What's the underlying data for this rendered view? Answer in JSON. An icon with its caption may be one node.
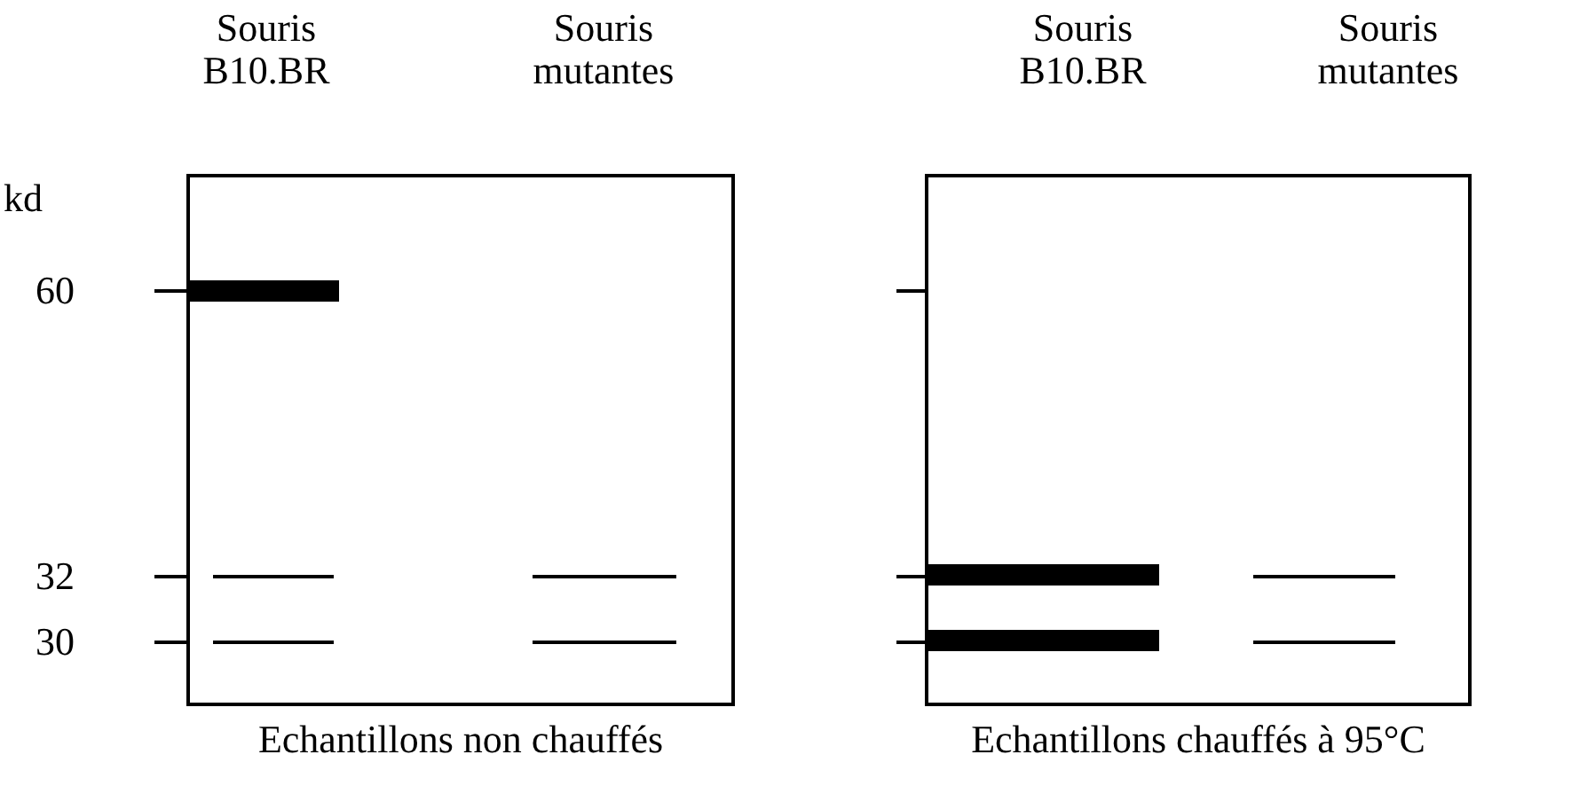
{
  "diagram": {
    "nodes": [
      {
        "text": [],
        "shape": "box",
        "beside": [
          "Echantillons non chauffés"
        ]
      },
      {
        "text": [],
        "shape": "box",
        "beside": [
          "Echantillons chauffés à 95°C"
        ]
      }
    ],
    "labels": [
      "Souris B10.BR",
      "Souris mutantes",
      "kd",
      "60",
      "32",
      "30",
      "Souris B10.BR",
      "Souris mutantes"
    ]
  }
}
